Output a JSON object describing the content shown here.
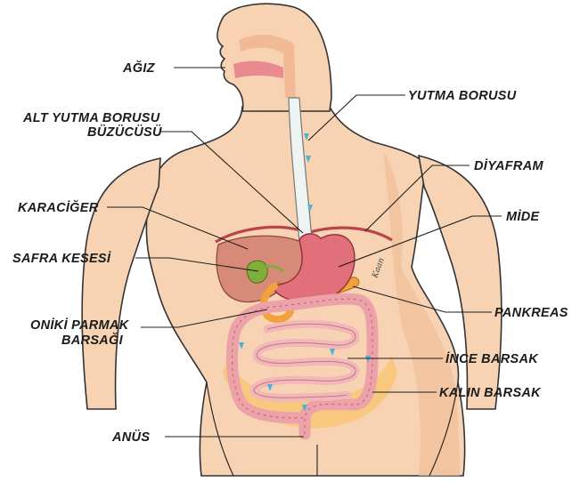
{
  "labels": {
    "agiz": "AĞIZ",
    "yutma_borusu": "YUTMA BORUSU",
    "alt_yutma_1": "ALT YUTMA BORUSU",
    "alt_yutma_2": "BÜZÜCÜSÜ",
    "diyafram": "DİYAFRAM",
    "karaciger": "KARACİĞER",
    "mide": "MİDE",
    "safra_kesesi": "SAFRA KESESİ",
    "pankreas": "PANKREAS",
    "oniki_1": "ONİKİ PARMAK",
    "oniki_2": "BARSAĞI",
    "ince_barsak": "İNCE BARSAK",
    "kalin_barsak": "KALIN BARSAK",
    "anus": "ANÜS"
  },
  "signature": "Kaan",
  "colors": {
    "skin": "#f7d3b4",
    "skin_shadow": "#efbd97",
    "liver": "#d88a78",
    "stomach": "#e2707a",
    "gallbladder": "#7fae3a",
    "pancreas": "#f2a23a",
    "small_intestine": "#f1b7b9",
    "large_intestine": "#eca2a8",
    "esophagus": "#eef4f2",
    "arrow": "#4bb3d6",
    "diaphragm": "#b9454a",
    "pelvis": "#f7c679"
  }
}
